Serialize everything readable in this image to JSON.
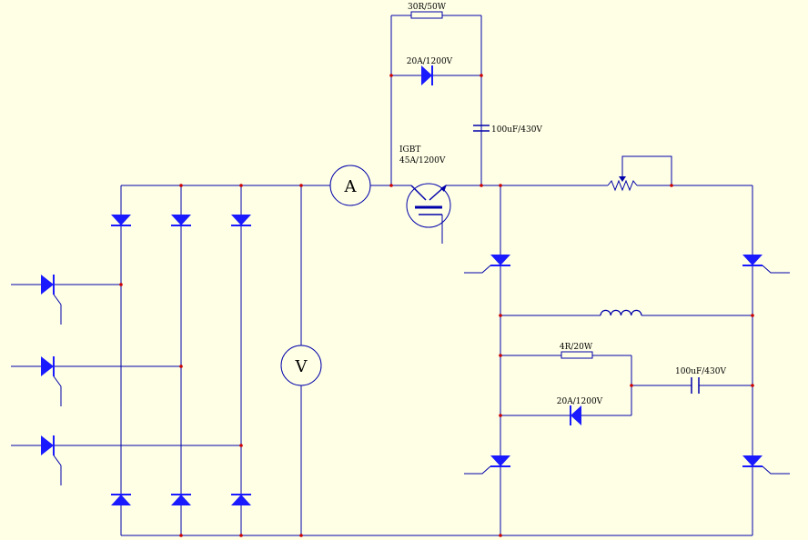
{
  "colors": {
    "background": "#ffffe6",
    "wire": "#0000aa",
    "component": "#1a1aff",
    "junction": "#cc0000",
    "text": "#000000"
  },
  "labels": {
    "top_resistor": "30R/50W",
    "top_diode": "20A/1200V",
    "top_capacitor": "100uF/430V",
    "igbt_name": "IGBT",
    "igbt_rating": "45A/1200V",
    "mid_resistor": "4R/20W",
    "mid_diode": "20A/1200V",
    "mid_capacitor": "100uF/430V",
    "ammeter": "A",
    "voltmeter": "V"
  }
}
